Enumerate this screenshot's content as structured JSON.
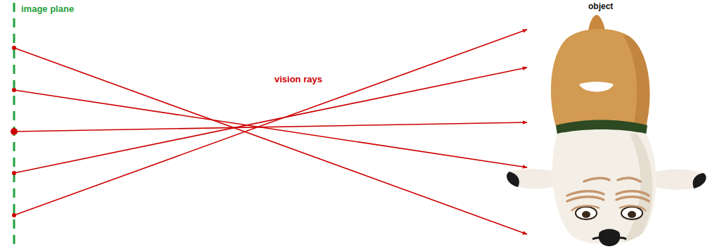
{
  "diagram": {
    "labels": [
      "image plane",
      "vision rays",
      "object"
    ]
  }
}
